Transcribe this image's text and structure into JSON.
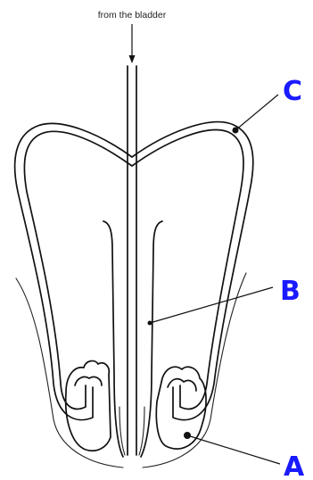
{
  "diagram": {
    "caption": "from the bladder",
    "labels": {
      "a": "A",
      "b": "B",
      "c": "C"
    },
    "label_color": "#1a1aff",
    "line_color": "#111111"
  }
}
